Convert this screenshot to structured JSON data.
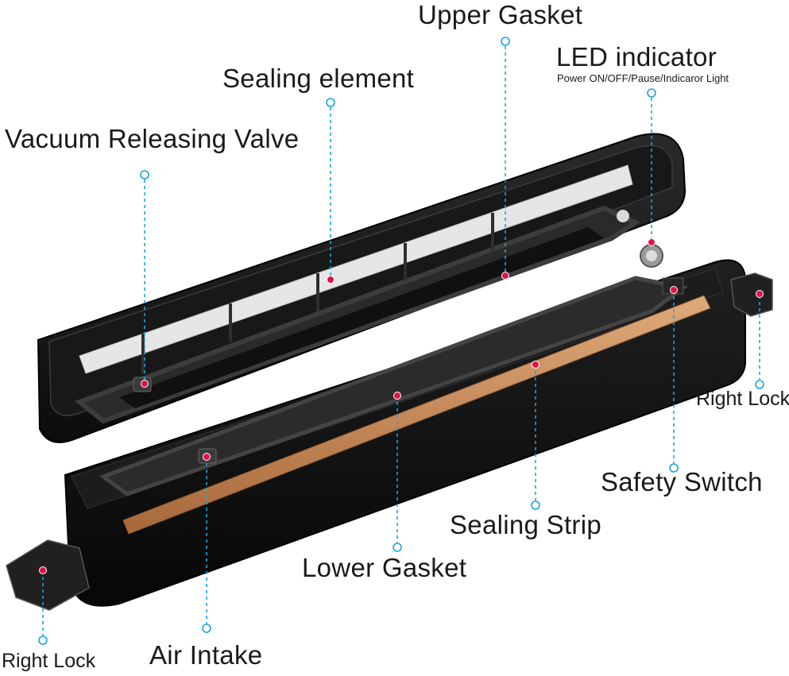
{
  "labels": {
    "upper_gasket": "Upper Gasket",
    "led_indicator": "LED indicator",
    "led_subtitle": "Power ON/OFF/Pause/Indicaror Light",
    "sealing_element": "Sealing element",
    "vacuum_releasing_valve": "Vacuum Releasing Valve",
    "right_lock_top": "Right Lock",
    "safety_switch": "Safety Switch",
    "sealing_strip": "Sealing Strip",
    "lower_gasket": "Lower Gasket",
    "air_intake": "Air Intake",
    "right_lock_bottom": "Right Lock"
  },
  "colors": {
    "leader_line": "#1aa3e0",
    "marker_dot": "#e0134a",
    "device_body": "#141414",
    "sealing_strip": "#c98a55",
    "sealing_element": "#e6e6e6"
  }
}
